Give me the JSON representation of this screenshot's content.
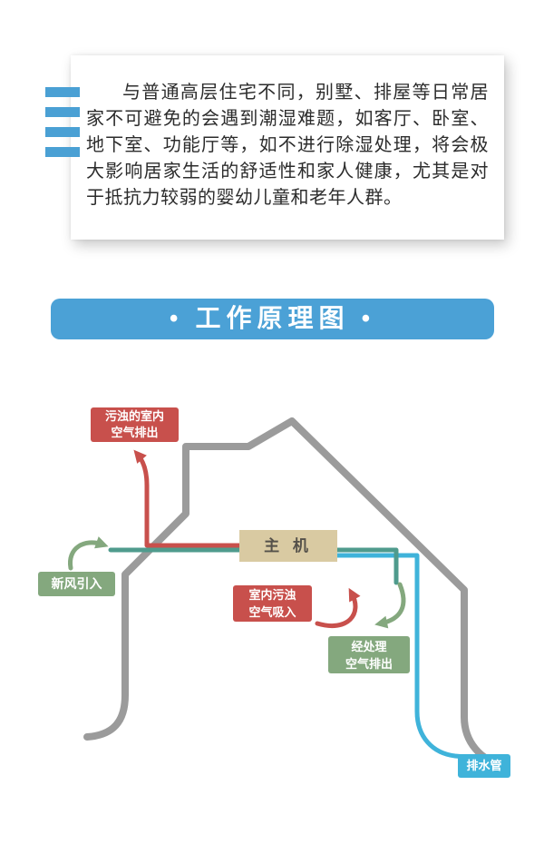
{
  "intro_card": {
    "paragraph": "与普通高层住宅不同，别墅、排屋等日常居家不可避免的会遇到潮湿难题，如客厅、卧室、地下室、功能厅等，如不进行除湿处理，将会极大影响居家生活的舒适性和家人健康，尤其是对于抵抗力较弱的婴幼儿童和老年人群。"
  },
  "banner": {
    "title": "• 工作原理图 •"
  },
  "diagram": {
    "main_unit_label": "主 机",
    "labels": {
      "dirty_air_out_line1": "污浊的室内",
      "dirty_air_out_line2": "空气排出",
      "fresh_air_in": "新风引入",
      "indoor_dirty_in_line1": "室内污浊",
      "indoor_dirty_in_line2": "空气吸入",
      "treated_air_out_line1": "经处理",
      "treated_air_out_line2": "空气排出",
      "drain_pipe": "排水管"
    },
    "colors": {
      "house_gray": "#9b9b9b",
      "label_red": "#c8504c",
      "label_green": "#84a87e",
      "pipe_teal": "#4f9b8d",
      "pipe_blue": "#3fb3da",
      "unit_tan": "#d9caa2",
      "banner_blue": "#4ba1d6",
      "stripe_blue": "#4aa0d4"
    }
  }
}
